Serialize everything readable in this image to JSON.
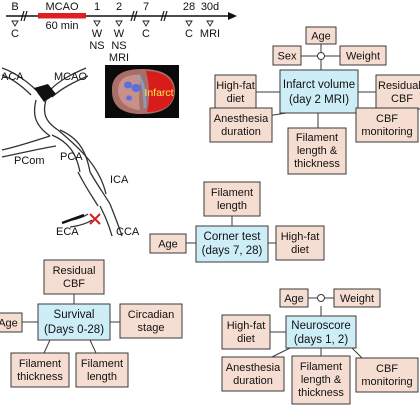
{
  "timeline": {
    "ticks": [
      "B",
      "MCAO",
      "1",
      "2",
      "7",
      "28",
      "30d"
    ],
    "duration_label": "60 min",
    "tests": [
      "C",
      "W",
      "NS",
      "W",
      "NS",
      "MRI",
      "C",
      "C",
      "MRI"
    ],
    "colors": {
      "occlusion_bar": "#e02020",
      "axis": "#111111"
    }
  },
  "anatomy": {
    "labels": [
      "ACA",
      "MCAO",
      "PCom",
      "PCA",
      "ICA",
      "ECA",
      "CCA"
    ],
    "mri_label": "Infarct",
    "colors": {
      "infarct": "#d81c1c",
      "ligature": "#d42020",
      "occluder": "#111111"
    }
  },
  "palette": {
    "factor_box": "#f6ddd2",
    "hub_box": "#cdeef7",
    "outline": "#3a3a3a"
  },
  "infarct": {
    "outcome": [
      "Infarct volume",
      "(day 2 MRI)"
    ],
    "factors": {
      "age": "Age",
      "sex": "Sex",
      "weight": "Weight",
      "diet": [
        "High-fat",
        "diet"
      ],
      "residual_cbf": [
        "Residual",
        "CBF"
      ],
      "anesthesia": [
        "Anesthesia",
        "duration"
      ],
      "filament": [
        "Filament",
        "length &",
        "thickness"
      ],
      "cbf_monitoring": [
        "CBF",
        "monitoring"
      ]
    }
  },
  "corner": {
    "outcome": [
      "Corner test",
      "(days 7, 28)"
    ],
    "factors": {
      "filament": [
        "Filament",
        "length"
      ],
      "age": "Age",
      "diet": [
        "High-fat",
        "diet"
      ]
    }
  },
  "survival": {
    "outcome": [
      "Survival",
      "(Days 0-28)"
    ],
    "factors": {
      "residual_cbf": [
        "Residual",
        "CBF"
      ],
      "age": "Age",
      "circadian": [
        "Circadian",
        "stage"
      ],
      "thickness": [
        "Filament",
        "thickness"
      ],
      "length": [
        "Filament",
        "length"
      ]
    }
  },
  "neuro": {
    "outcome": [
      "Neuroscore",
      "(days 1, 2)"
    ],
    "factors": {
      "age": "Age",
      "weight": "Weight",
      "diet": [
        "High-fat",
        "diet"
      ],
      "anesthesia": [
        "Anesthesia",
        "duration"
      ],
      "filament": [
        "Filament",
        "length &",
        "thickness"
      ],
      "cbf_monitoring": [
        "CBF",
        "monitoring"
      ]
    }
  }
}
